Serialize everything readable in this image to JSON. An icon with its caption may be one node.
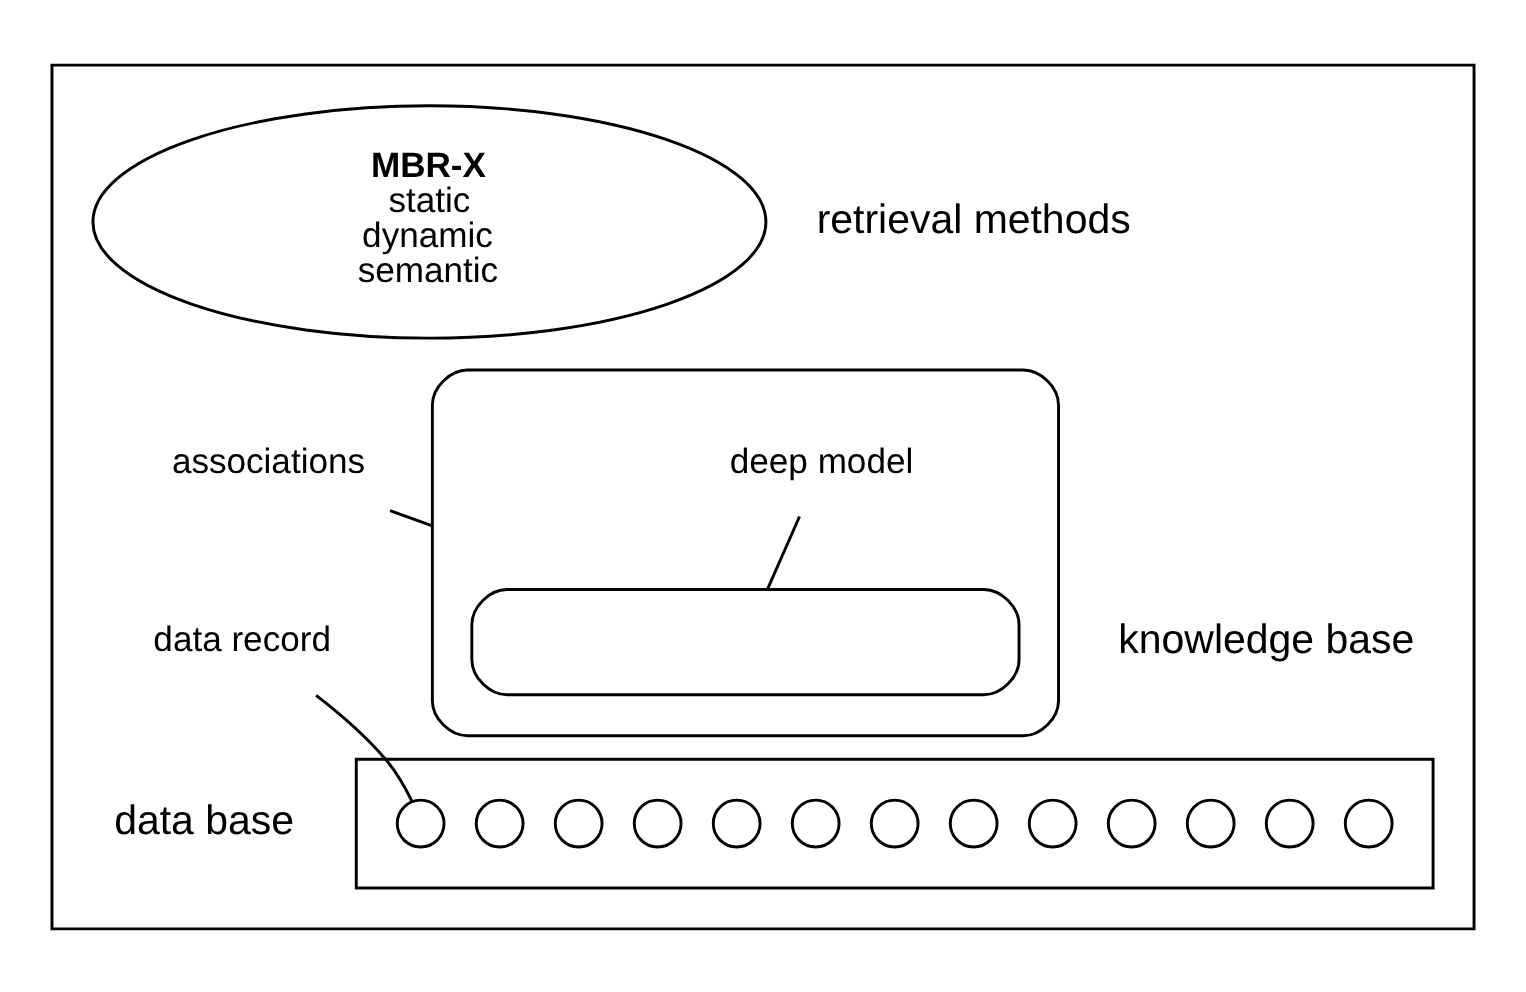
{
  "diagram": {
    "nodes": [
      {
        "text": [],
        "shape": "box"
      },
      {
        "text": [
          "MBR-X",
          "static",
          "dynamic",
          "semantic"
        ],
        "in": 0,
        "beside": [
          "retrieval methods"
        ]
      },
      {
        "text": [],
        "shape": "box",
        "in": 0,
        "beside": [
          "knowledge base"
        ]
      },
      {
        "text": [],
        "shape": "box",
        "in": 2
      },
      {
        "text": [
          "associations"
        ],
        "in": 0
      },
      {
        "text": [
          "deep model"
        ],
        "in": 2
      },
      {
        "text": [],
        "shape": "box",
        "in": 0,
        "beside": [
          "data base"
        ]
      },
      {
        "text": [],
        "shape": "circle",
        "in": 6
      },
      {
        "text": [],
        "shape": "circle",
        "in": 6
      },
      {
        "text": [],
        "shape": "circle",
        "in": 6
      },
      {
        "text": [],
        "shape": "circle",
        "in": 6
      },
      {
        "text": [],
        "shape": "circle",
        "in": 6
      },
      {
        "text": [],
        "shape": "circle",
        "in": 6
      },
      {
        "text": [],
        "shape": "circle",
        "in": 6
      },
      {
        "text": [],
        "shape": "circle",
        "in": 6
      },
      {
        "text": [],
        "shape": "circle",
        "in": 6
      },
      {
        "text": [],
        "shape": "circle",
        "in": 6
      },
      {
        "text": [],
        "shape": "circle",
        "in": 6
      },
      {
        "text": [],
        "shape": "circle",
        "in": 6
      },
      {
        "text": [],
        "shape": "circle",
        "in": 6
      },
      {
        "text": [
          "data record"
        ],
        "in": 0
      }
    ],
    "edges": [
      {
        "from": 4,
        "to": 2,
        "arrow": "none"
      },
      {
        "from": 5,
        "to": 3,
        "arrow": "none"
      },
      {
        "from": 20,
        "to": 17,
        "arrow": "none"
      }
    ]
  }
}
